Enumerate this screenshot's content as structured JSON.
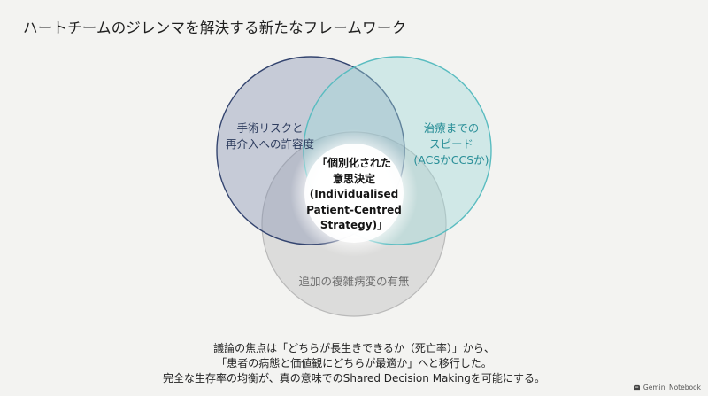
{
  "title": "ハートチームのジレンマを解決する新たなフレームワーク",
  "diagram": {
    "circles": [
      {
        "id": "left",
        "lines": [
          "手術リスクと",
          "再介入への許容度"
        ],
        "color": "#3f4e7a"
      },
      {
        "id": "right",
        "lines": [
          "治療までの",
          "スピード",
          "(ACSかCCSか)"
        ],
        "color": "#5ec3c7"
      },
      {
        "id": "bottom",
        "lines": [
          "追加の複雑病変の有無"
        ],
        "color": "#bdbdbd"
      }
    ],
    "center": {
      "lines": [
        "「個別化された",
        "意思決定",
        "(Individualised",
        "Patient-Centred",
        "Strategy)」"
      ]
    }
  },
  "footer": {
    "lines": [
      "議論の焦点は「どちらが長生きできるか（死亡率）」から、",
      "「患者の病態と価値観にどちらが最適か」へと移行した。",
      "完全な生存率の均衡が、真の意味でのShared Decision Makingを可能にする。"
    ]
  },
  "branding": {
    "label": "Gemini Notebook",
    "icon": "gemini-notebook-icon"
  }
}
